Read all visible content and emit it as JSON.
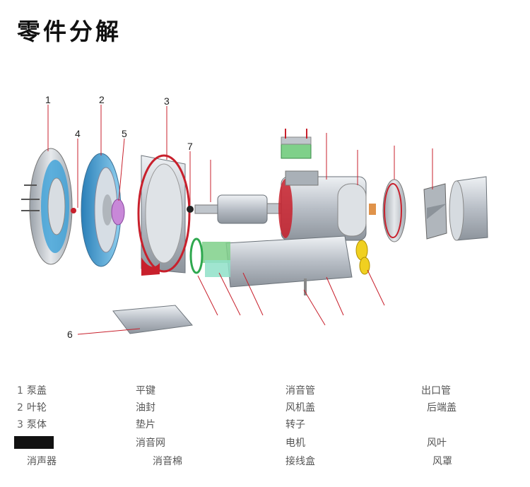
{
  "title": "零件分解",
  "callouts": [
    "1",
    "2",
    "3",
    "4",
    "5",
    "6",
    "7"
  ],
  "legend": {
    "col1": [
      {
        "num": "1",
        "text": "泵盖"
      },
      {
        "num": "2",
        "text": "叶轮"
      },
      {
        "num": "3",
        "text": "泵体"
      },
      {
        "num": "",
        "text": ""
      },
      {
        "num": "",
        "text": "消声器"
      }
    ],
    "col2": [
      {
        "num": "",
        "text": "平键"
      },
      {
        "num": "",
        "text": "油封"
      },
      {
        "num": "",
        "text": "垫片"
      },
      {
        "num": "",
        "text": "消音网"
      },
      {
        "num": "",
        "text": "消音棉"
      }
    ],
    "col3": [
      {
        "num": "",
        "text": "消音管"
      },
      {
        "num": "",
        "text": "风机盖"
      },
      {
        "num": "",
        "text": "转子"
      },
      {
        "num": "",
        "text": "电机"
      },
      {
        "num": "",
        "text": "接线盒"
      }
    ],
    "col4": [
      {
        "num": "",
        "text": "出口管"
      },
      {
        "num": "",
        "text": "后端盖"
      },
      {
        "num": "",
        "text": ""
      },
      {
        "num": "",
        "text": "风叶"
      },
      {
        "num": "",
        "text": "风罩"
      }
    ]
  },
  "colors": {
    "accent_red": "#c8202c",
    "metal": "#b8bec6",
    "blue": "#3aa0d8",
    "green": "#2fa84f"
  }
}
